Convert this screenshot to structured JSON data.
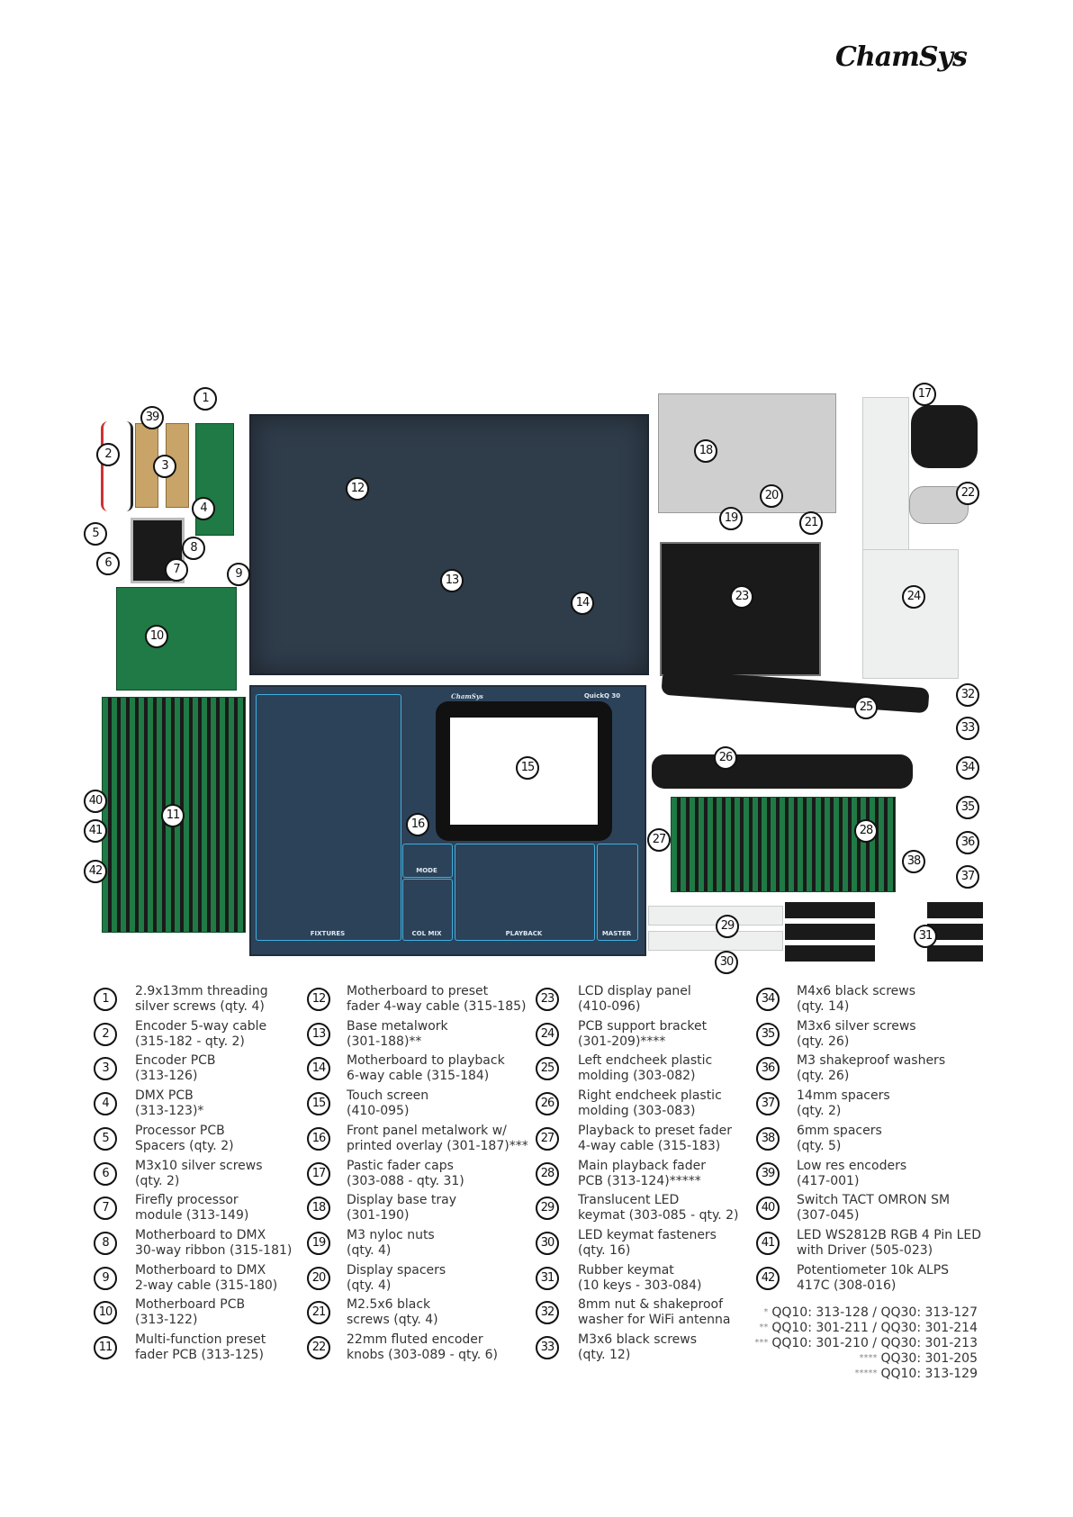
{
  "logo": "ChamSys",
  "panel": {
    "brand": "ChamSys",
    "model": "QuickQ 30",
    "sections": [
      "FIXTURES",
      "MODE",
      "COL MIX",
      "PLAYBACK",
      "MASTER"
    ]
  },
  "legend": {
    "items": [
      {
        "num": "1",
        "lines": [
          "2.9x13mm threading",
          "silver screws (qty. 4)"
        ]
      },
      {
        "num": "2",
        "lines": [
          "Encoder 5-way cable",
          "(315-182 - qty. 2)"
        ]
      },
      {
        "num": "3",
        "lines": [
          "Encoder PCB",
          "(313-126)"
        ]
      },
      {
        "num": "4",
        "lines": [
          "DMX PCB",
          "(313-123)*"
        ]
      },
      {
        "num": "5",
        "lines": [
          "Processor PCB",
          "Spacers (qty. 2)"
        ]
      },
      {
        "num": "6",
        "lines": [
          "M3x10 silver screws",
          "(qty. 2)"
        ]
      },
      {
        "num": "7",
        "lines": [
          "Firefly processor",
          "module (313-149)"
        ]
      },
      {
        "num": "8",
        "lines": [
          "Motherboard to DMX",
          "30-way ribbon (315-181)"
        ]
      },
      {
        "num": "9",
        "lines": [
          "Motherboard to DMX",
          "2-way cable (315-180)"
        ]
      },
      {
        "num": "10",
        "lines": [
          "Motherboard PCB",
          "(313-122)"
        ]
      },
      {
        "num": "11",
        "lines": [
          "Multi-function preset",
          "fader PCB (313-125)"
        ]
      },
      {
        "num": "12",
        "lines": [
          "Motherboard to preset",
          "fader 4-way cable (315-185)"
        ]
      },
      {
        "num": "13",
        "lines": [
          "Base metalwork",
          "(301-188)**"
        ]
      },
      {
        "num": "14",
        "lines": [
          "Motherboard to playback",
          "6-way cable (315-184)"
        ]
      },
      {
        "num": "15",
        "lines": [
          "Touch screen",
          "(410-095)"
        ]
      },
      {
        "num": "16",
        "lines": [
          "Front panel metalwork w/",
          "printed overlay (301-187)***"
        ]
      },
      {
        "num": "17",
        "lines": [
          "Pastic fader caps",
          "(303-088 - qty. 31)"
        ]
      },
      {
        "num": "18",
        "lines": [
          "Display base tray",
          "(301-190)"
        ]
      },
      {
        "num": "19",
        "lines": [
          "M3 nyloc nuts",
          "(qty. 4)"
        ]
      },
      {
        "num": "20",
        "lines": [
          "Display spacers",
          "(qty. 4)"
        ]
      },
      {
        "num": "21",
        "lines": [
          "M2.5x6 black",
          "screws (qty. 4)"
        ]
      },
      {
        "num": "22",
        "lines": [
          "22mm fluted encoder",
          "knobs (303-089 - qty. 6)"
        ]
      },
      {
        "num": "23",
        "lines": [
          "LCD display panel",
          "(410-096)"
        ]
      },
      {
        "num": "24",
        "lines": [
          "PCB support bracket",
          "(301-209)****"
        ]
      },
      {
        "num": "25",
        "lines": [
          "Left endcheek plastic",
          "molding (303-082)"
        ]
      },
      {
        "num": "26",
        "lines": [
          "Right endcheek plastic",
          "molding (303-083)"
        ]
      },
      {
        "num": "27",
        "lines": [
          "Playback to preset fader",
          "4-way cable (315-183)"
        ]
      },
      {
        "num": "28",
        "lines": [
          "Main playback fader",
          "PCB (313-124)*****"
        ]
      },
      {
        "num": "29",
        "lines": [
          "Translucent LED",
          "keymat (303-085 - qty. 2)"
        ]
      },
      {
        "num": "30",
        "lines": [
          "LED keymat fasteners",
          "(qty. 16)"
        ]
      },
      {
        "num": "31",
        "lines": [
          "Rubber keymat",
          "(10 keys - 303-084)"
        ]
      },
      {
        "num": "32",
        "lines": [
          "8mm nut & shakeproof",
          "washer for WiFi antenna"
        ]
      },
      {
        "num": "33",
        "lines": [
          "M3x6 black screws",
          "(qty. 12)"
        ]
      },
      {
        "num": "34",
        "lines": [
          "M4x6 black screws",
          "(qty. 14)"
        ]
      },
      {
        "num": "35",
        "lines": [
          "M3x6 silver screws",
          "(qty. 26)"
        ]
      },
      {
        "num": "36",
        "lines": [
          "M3 shakeproof washers",
          "(qty. 26)"
        ]
      },
      {
        "num": "37",
        "lines": [
          "14mm spacers",
          "(qty. 2)"
        ]
      },
      {
        "num": "38",
        "lines": [
          "6mm spacers",
          "(qty. 5)"
        ]
      },
      {
        "num": "39",
        "lines": [
          "Low res encoders",
          "(417-001)"
        ]
      },
      {
        "num": "40",
        "lines": [
          "Switch TACT OMRON SM",
          "(307-045)"
        ]
      },
      {
        "num": "41",
        "lines": [
          "LED WS2812B RGB 4 Pin LED",
          "with Driver (505-023)"
        ]
      },
      {
        "num": "42",
        "lines": [
          "Potentiometer 10k ALPS",
          "417C (308-016)"
        ]
      }
    ],
    "footnotes": [
      {
        "stars": "*",
        "text": "QQ10: 313-128 / QQ30: 313-127"
      },
      {
        "stars": "**",
        "text": "QQ10: 301-211 / QQ30: 301-214"
      },
      {
        "stars": "***",
        "text": "QQ10: 301-210 / QQ30: 301-213"
      },
      {
        "stars": "****",
        "text": "QQ30: 301-205"
      },
      {
        "stars": "*****",
        "text": "QQ10: 313-129"
      }
    ]
  }
}
